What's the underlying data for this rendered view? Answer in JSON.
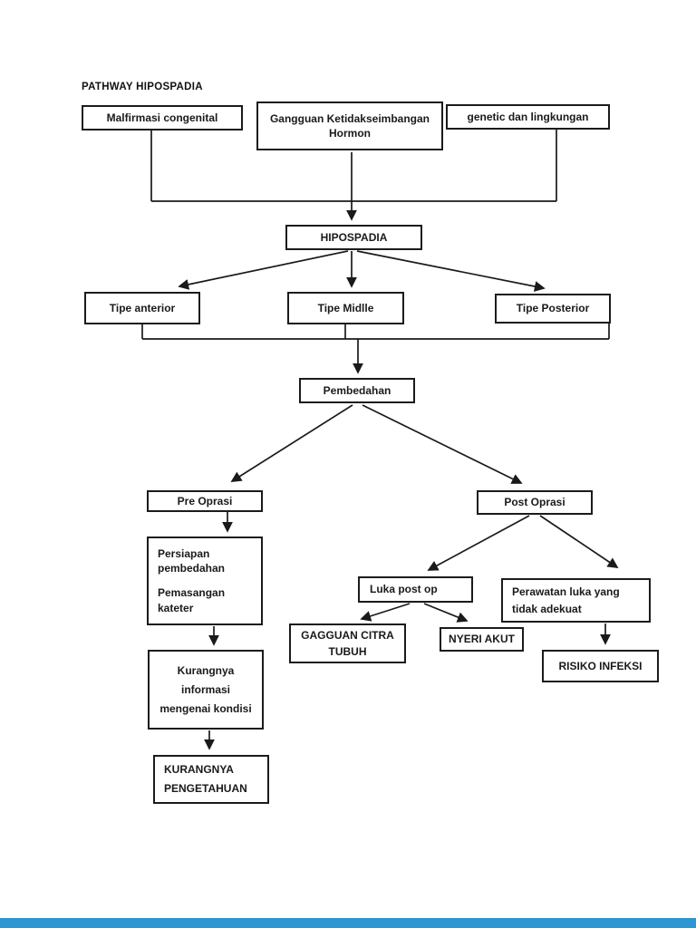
{
  "title": "PATHWAY HIPOSPADIA",
  "nodes": {
    "malfirmasi": "Malfirmasi congenital",
    "hormon": "Gangguan  Ketidakseimbangan Hormon",
    "genetic": "genetic dan lingkungan",
    "hipospadia": "HIPOSPADIA",
    "tipe_anterior": "Tipe anterior",
    "tipe_midlle": "Tipe Midlle",
    "tipe_posterior": "Tipe Posterior",
    "pembedahan": "Pembedahan",
    "pre_oprasi": "Pre Oprasi",
    "post_oprasi": "Post Oprasi",
    "persiapan_1": "Persiapan pembedahan",
    "persiapan_2": "Pemasangan kateter",
    "kurang_informasi": "Kurangnya informasi mengenai kondisi",
    "kurang_pengetahuan": "KURANGNYA PENGETAHUAN",
    "luka_post_op": "Luka post op",
    "perawatan": "Perawatan luka yang tidak adekuat",
    "gagguan_citra": "GAGGUAN CITRA TUBUH",
    "nyeri_akut": "NYERI AKUT",
    "risiko_infeksi": "RISIKO INFEKSI"
  },
  "colors": {
    "line": "#1a1a1a",
    "footer_bar": "#2e96d1"
  }
}
